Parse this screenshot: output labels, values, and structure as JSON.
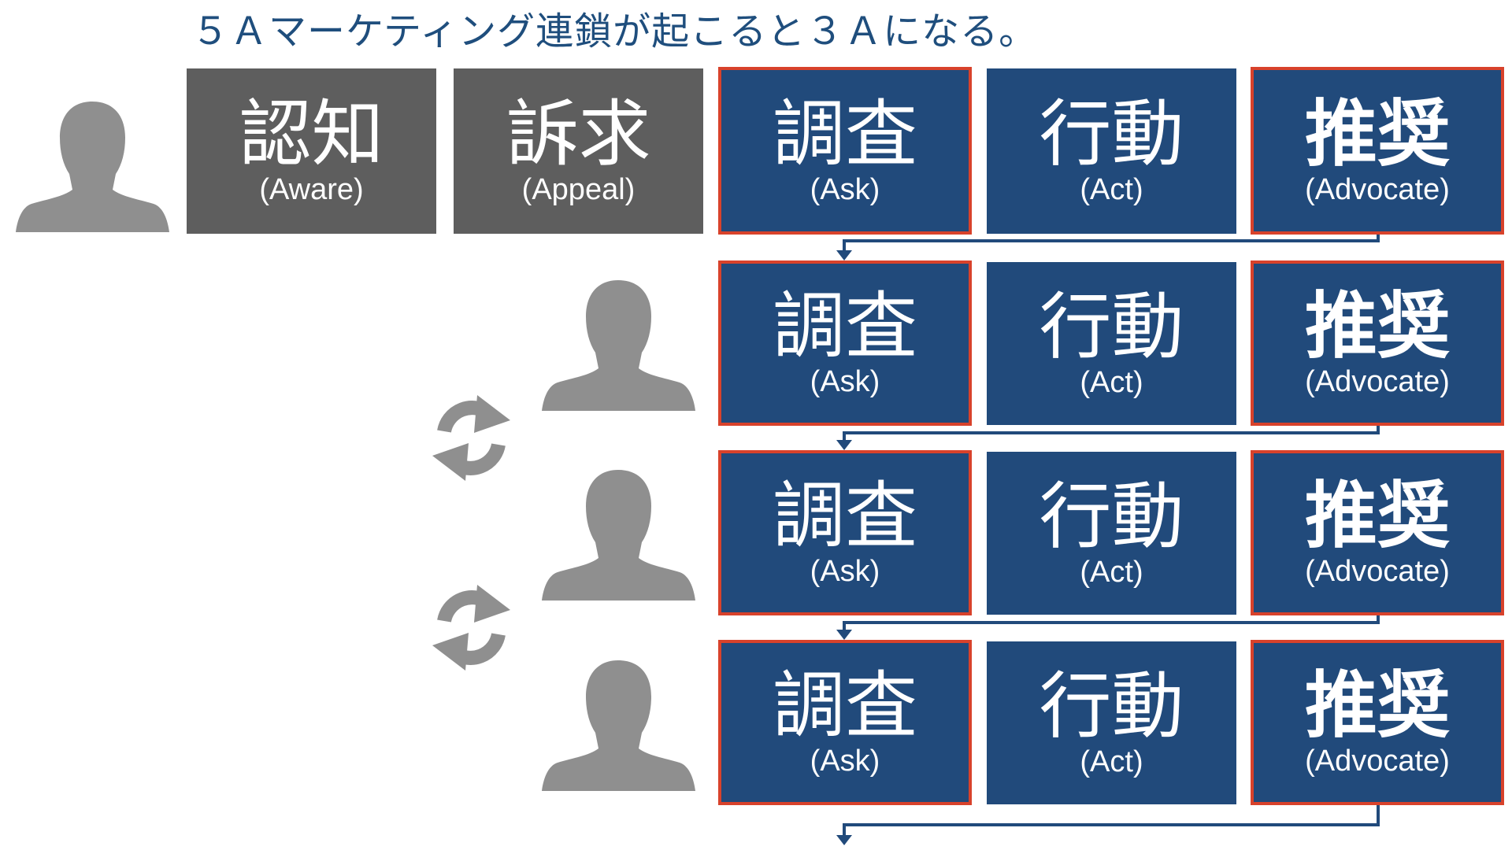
{
  "title": "５Ａマーケティング連鎖が起こると３Ａになる。",
  "stages": {
    "aware": {
      "kanji": "認知",
      "eng": "(Aware)"
    },
    "appeal": {
      "kanji": "訴求",
      "eng": "(Appeal)"
    },
    "ask": {
      "kanji": "調査",
      "eng": "(Ask)"
    },
    "act": {
      "kanji": "行動",
      "eng": "(Act)"
    },
    "advocate": {
      "kanji": "推奨",
      "eng": "(Advocate)"
    }
  },
  "colors": {
    "title": "#1f4e7d",
    "gray_box": "#5e5e5e",
    "blue_box": "#214a7b",
    "highlight_border": "#d8422b",
    "icon_gray": "#8f8f8f",
    "connector": "#214a7b"
  },
  "icons": [
    "person-icon",
    "cycle-icon",
    "arrow-down-icon"
  ]
}
